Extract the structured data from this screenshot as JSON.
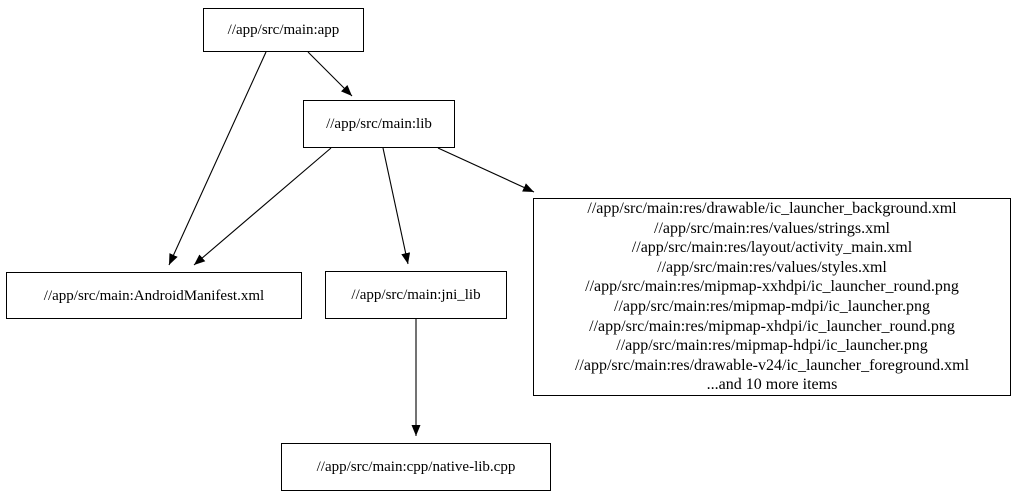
{
  "diagram": {
    "type": "dependency-graph",
    "background_color": "#ffffff",
    "node_fill_color": "#ffffff",
    "node_border_color": "#000000",
    "edge_color": "#000000",
    "text_color": "#000000",
    "nodes": {
      "app": {
        "label": "//app/src/main:app"
      },
      "lib": {
        "label": "//app/src/main:lib"
      },
      "manifest": {
        "label": "//app/src/main:AndroidManifest.xml"
      },
      "jni_lib": {
        "label": "//app/src/main:jni_lib"
      },
      "resources": {
        "lines": [
          "//app/src/main:res/drawable/ic_launcher_background.xml",
          "//app/src/main:res/values/strings.xml",
          "//app/src/main:res/layout/activity_main.xml",
          "//app/src/main:res/values/styles.xml",
          "//app/src/main:res/mipmap-xxhdpi/ic_launcher_round.png",
          "//app/src/main:res/mipmap-mdpi/ic_launcher.png",
          "//app/src/main:res/mipmap-xhdpi/ic_launcher_round.png",
          "//app/src/main:res/mipmap-hdpi/ic_launcher.png",
          "//app/src/main:res/drawable-v24/ic_launcher_foreground.xml",
          "...and 10 more items"
        ]
      },
      "native_lib": {
        "label": "//app/src/main:cpp/native-lib.cpp"
      }
    },
    "edges": [
      {
        "from": "//app/src/main:app",
        "to": "//app/src/main:lib"
      },
      {
        "from": "//app/src/main:app",
        "to": "//app/src/main:AndroidManifest.xml"
      },
      {
        "from": "//app/src/main:lib",
        "to": "//app/src/main:AndroidManifest.xml"
      },
      {
        "from": "//app/src/main:lib",
        "to": "//app/src/main:jni_lib"
      },
      {
        "from": "//app/src/main:lib",
        "to": "resources-group"
      },
      {
        "from": "//app/src/main:jni_lib",
        "to": "//app/src/main:cpp/native-lib.cpp"
      }
    ]
  }
}
